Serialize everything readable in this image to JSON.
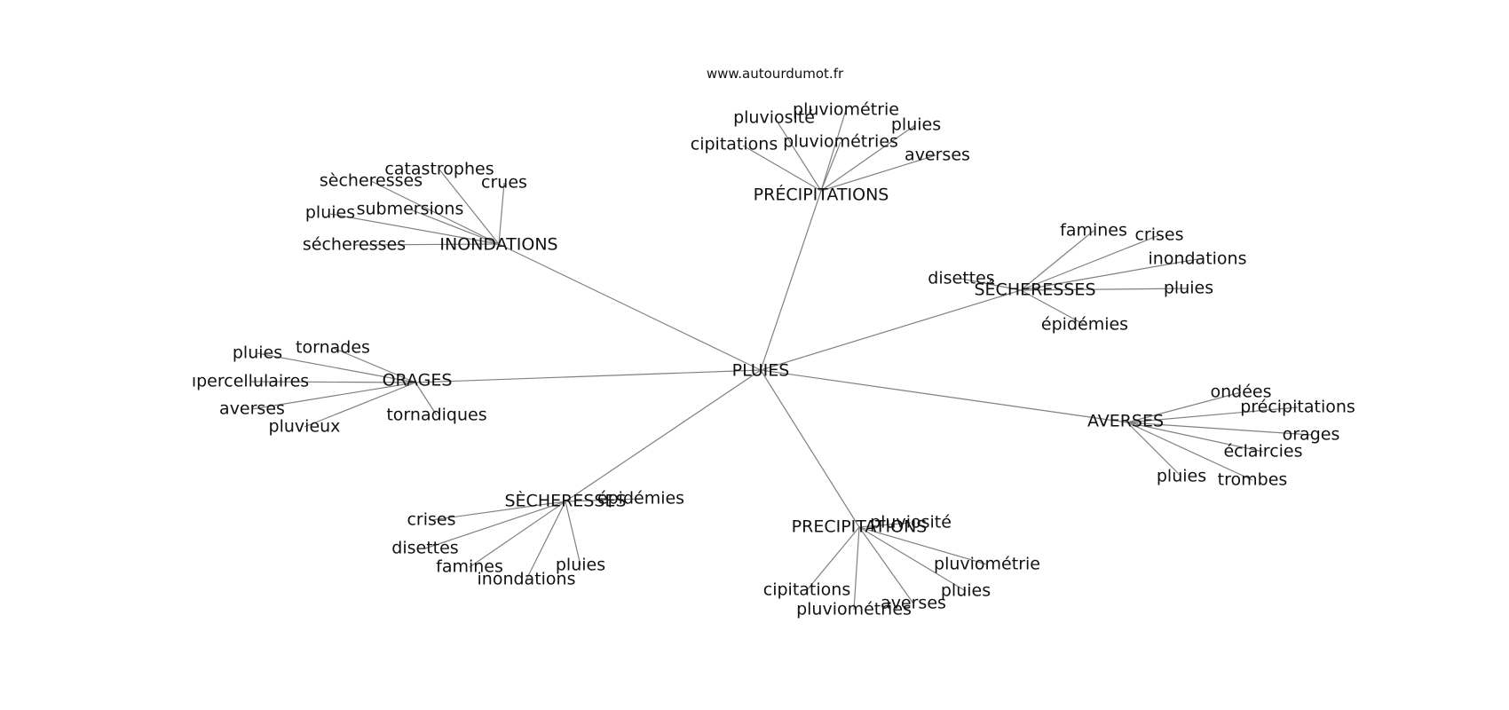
{
  "credit": "www.autourdumot.fr",
  "colors": {
    "edge": "#808080",
    "text": "#111111",
    "background": "#ffffff"
  },
  "graph": {
    "center": "PLUIES",
    "hubs": [
      {
        "key": "precipitations_top",
        "label": "PRÉCIPITATIONS",
        "leaves": [
          "pluviométrie",
          "pluviosité",
          "pluies",
          "cipitations",
          "pluviométries",
          "averses"
        ]
      },
      {
        "key": "inondations",
        "label": "INONDATIONS",
        "leaves": [
          "catastrophes",
          "sècheresses",
          "crues",
          "pluies",
          "submersions",
          "sécheresses"
        ]
      },
      {
        "key": "secheresses_right",
        "label": "SÉCHERESSES",
        "leaves": [
          "famines",
          "crises",
          "inondations",
          "disettes",
          "pluies",
          "épidémies"
        ]
      },
      {
        "key": "orages",
        "label": "ORAGES",
        "leaves": [
          "tornades",
          "pluies",
          "ıpercellulaires",
          "averses",
          "tornadiques",
          "pluvieux"
        ]
      },
      {
        "key": "averses",
        "label": "AVERSES",
        "leaves": [
          "ondées",
          "précipitations",
          "orages",
          "éclaircies",
          "pluies",
          "trombes"
        ]
      },
      {
        "key": "secheresses_left",
        "label": "SÈCHERESSES",
        "leaves": [
          "épidémies",
          "crises",
          "disettes",
          "famines",
          "inondations",
          "pluies"
        ]
      },
      {
        "key": "precipitations_bottom",
        "label": "PRECIPITATIONS",
        "leaves": [
          "pluviosité",
          "pluviométrie",
          "cipitations",
          "pluies",
          "averses",
          "pluviométries"
        ]
      }
    ]
  }
}
